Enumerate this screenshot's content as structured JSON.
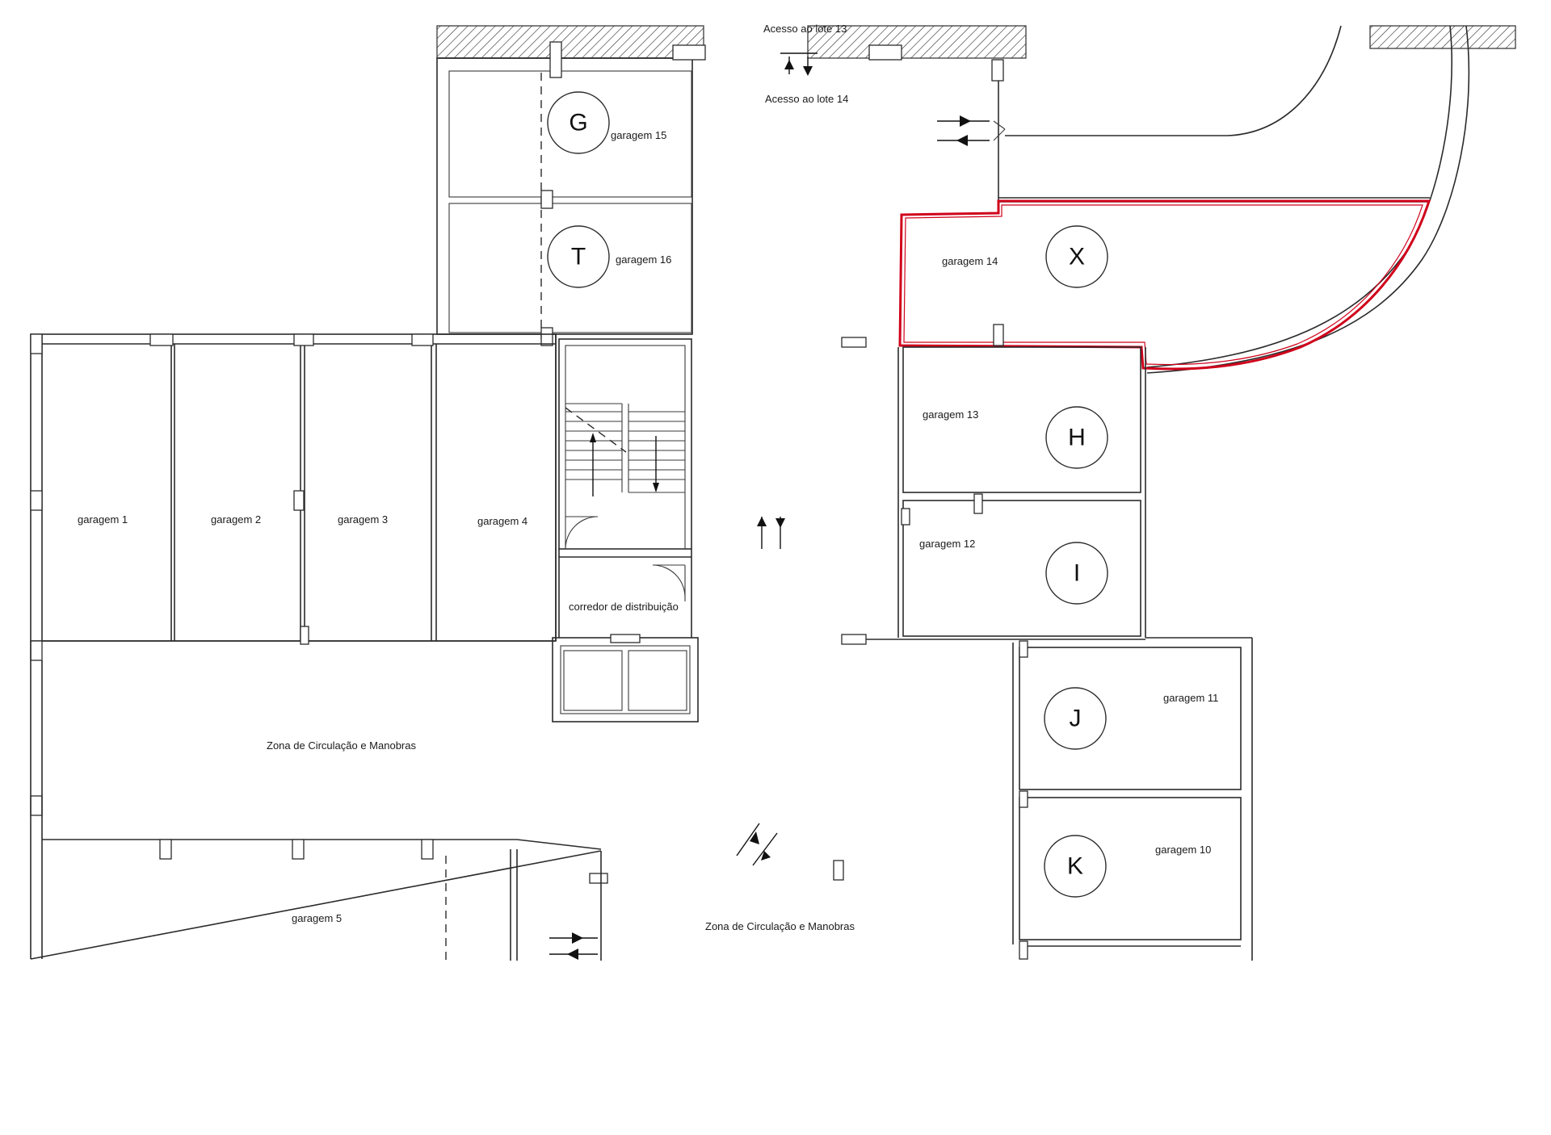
{
  "plan": {
    "access_top": "Acesso ao lote 13",
    "access_bottom": "Acesso ao lote 14",
    "corridor": "corredor de distribuição",
    "zones": [
      {
        "id": "zone-left",
        "label": "Zona de Circulação e Manobras"
      },
      {
        "id": "zone-bottom",
        "label": "Zona de Circulação e Manobras"
      }
    ],
    "garages": [
      {
        "id": "g1",
        "label": "garagem 1"
      },
      {
        "id": "g2",
        "label": "garagem 2"
      },
      {
        "id": "g3",
        "label": "garagem 3"
      },
      {
        "id": "g4",
        "label": "garagem 4"
      },
      {
        "id": "g5",
        "label": "garagem 5"
      },
      {
        "id": "g10",
        "label": "garagem 10",
        "marker": "K"
      },
      {
        "id": "g11",
        "label": "garagem 11",
        "marker": "J"
      },
      {
        "id": "g12",
        "label": "garagem 12",
        "marker": "I"
      },
      {
        "id": "g13",
        "label": "garagem 13",
        "marker": "H"
      },
      {
        "id": "g14",
        "label": "garagem 14",
        "marker": "X",
        "highlighted": true
      },
      {
        "id": "g15",
        "label": "garagem 15",
        "marker": "G"
      },
      {
        "id": "g16",
        "label": "garagem 16",
        "marker": "T"
      }
    ],
    "highlight_color": "#d0021b"
  }
}
